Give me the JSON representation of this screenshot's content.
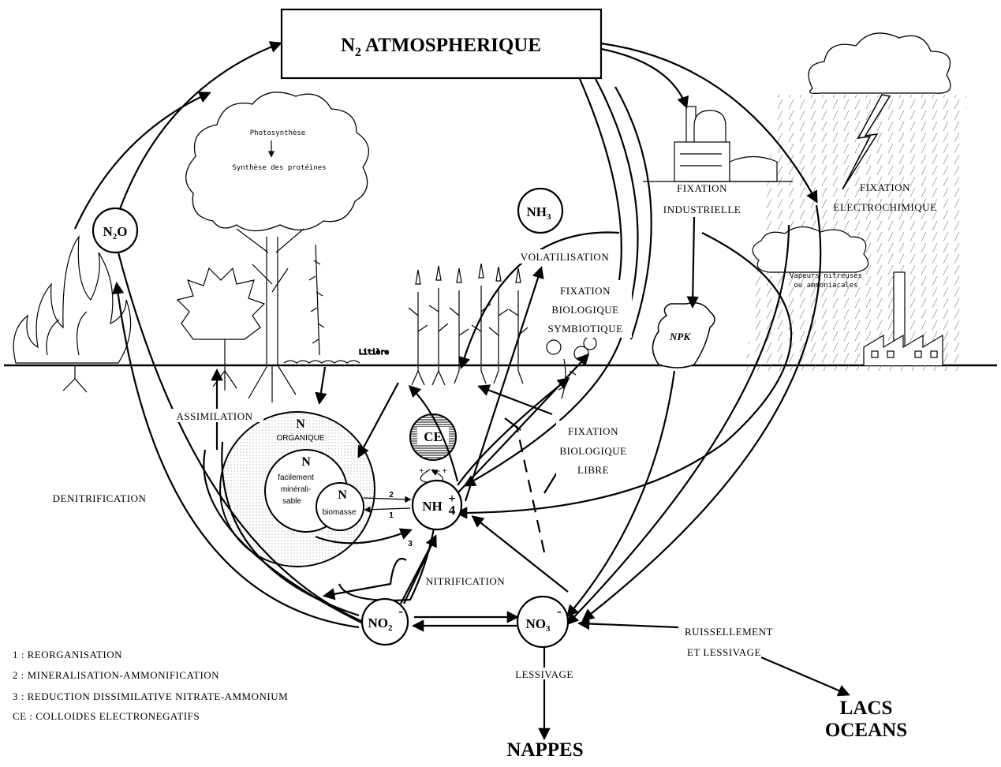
{
  "title": {
    "main": "N",
    "sub": "2",
    "rest": " ATMOSPHERIQUE"
  },
  "nodes": {
    "n2o": {
      "a": "N",
      "sub": "2",
      "b": "O"
    },
    "nh3": {
      "a": "NH",
      "sub": "3"
    },
    "nh4": {
      "a": "NH",
      "sup": "+",
      "sub": "4"
    },
    "no2": {
      "a": "NO",
      "sub": "2",
      "sup": "-"
    },
    "no3": {
      "a": "NO",
      "sub": "3",
      "sup": "-"
    },
    "ce": "CE"
  },
  "organic": {
    "outer_n": "N",
    "outer_label": "ORGANIQUE",
    "mid_n": "N",
    "mid_l1": "facilement",
    "mid_l2": "minérali-",
    "mid_l3": "sable",
    "inner_n": "N",
    "inner_label": "biomasse"
  },
  "tree_cloud": {
    "line1": "Photosynthèse",
    "line2": "Synthèse des protéines"
  },
  "litter": "Litière",
  "vapours": {
    "line1": "Vapeurs nitreuses",
    "line2": "ou ammoniacales"
  },
  "npk": "NPK",
  "labels": {
    "fix_ind_1": "FIXATION",
    "fix_ind_2": "INDUSTRIELLE",
    "fix_elec_1": "FIXATION",
    "fix_elec_2": "ELECTROCHIMIQUE",
    "volatilisation": "VOLATILISATION",
    "fix_sym_1": "FIXATION",
    "fix_sym_2": "BIOLOGIQUE",
    "fix_sym_3": "SYMBIOTIQUE",
    "fix_lib_1": "FIXATION",
    "fix_lib_2": "BIOLOGIQUE",
    "fix_lib_3": "LIBRE",
    "assimilation": "ASSIMILATION",
    "denitrification": "DENITRIFICATION",
    "nitrification": "NITRIFICATION",
    "ruiss_1": "RUISSELLEMENT",
    "ruiss_2": "ET LESSIVAGE",
    "lessivage": "LESSIVAGE",
    "num1": "1",
    "num2": "2",
    "num3": "3"
  },
  "destinations": {
    "lacs": "LACS",
    "oceans": "OCEANS",
    "nappes": "NAPPES"
  },
  "legend": [
    "1 : REORGANISATION",
    "2 : MINERALISATION-AMMONIFICATION",
    "3 : REDUCTION DISSIMILATIVE NITRATE-AMMONIUM",
    "CE : COLLOIDES ELECTRONEGATIFS"
  ]
}
